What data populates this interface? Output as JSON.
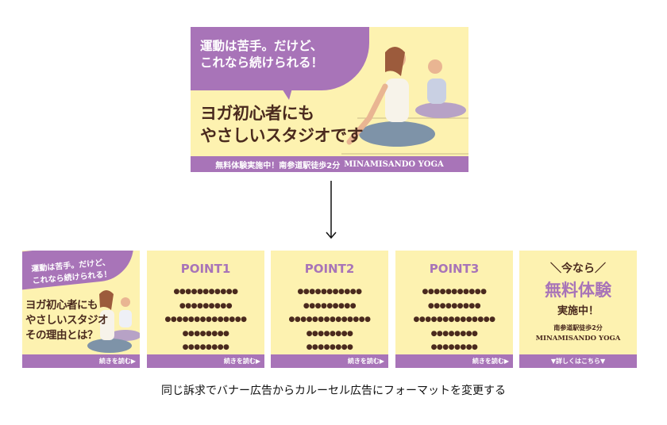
{
  "banner": {
    "bubble_line1": "運動は苦手。だけど、",
    "bubble_line2": "これなら続けられる！",
    "main_line1": "ヨガ初心者にも",
    "main_line2": "やさしいスタジオです",
    "bar_jp": "無料体験実施中！南参道駅徒歩2分",
    "bar_en": "MINAMISANDO YOGA"
  },
  "carousel": {
    "card1": {
      "bubble_line1": "運動は苦手。だけど、",
      "bubble_line2": "これなら続けられる！",
      "main_line1": "ヨガ初心者にも",
      "main_line2": "やさしいスタジオ",
      "main_line3": "その理由とは？",
      "footer": "続きを読む▶"
    },
    "points": [
      {
        "title": "POINT1",
        "rows": [
          "●●●●●●●●●●●",
          "●●●●●●●●●",
          "●●●●●●●●●●●●●●",
          "●●●●●●●●",
          "●●●●●●●●"
        ],
        "footer": "続きを読む▶"
      },
      {
        "title": "POINT2",
        "rows": [
          "●●●●●●●●●●●",
          "●●●●●●●●●",
          "●●●●●●●●●●●●●●",
          "●●●●●●●●",
          "●●●●●●●●"
        ],
        "footer": "続きを読む▶"
      },
      {
        "title": "POINT3",
        "rows": [
          "●●●●●●●●●●●",
          "●●●●●●●●●",
          "●●●●●●●●●●●●●●",
          "●●●●●●●●",
          "●●●●●●●●"
        ],
        "footer": "続きを読む▶"
      }
    ],
    "cta": {
      "line1": "＼今なら／",
      "line2": "無料体験",
      "line3": "実施中！",
      "line4": "南参道駅徒歩2分",
      "line5": "MINAMISANDO YOGA",
      "footer": "▼詳しくはこちら▼"
    }
  },
  "caption": "同じ訴求でバナー広告からカルーセル広告にフォーマットを変更する",
  "colors": {
    "yellow": "#fdf2b0",
    "purple": "#a874b8",
    "brown": "#4a2a1e"
  }
}
